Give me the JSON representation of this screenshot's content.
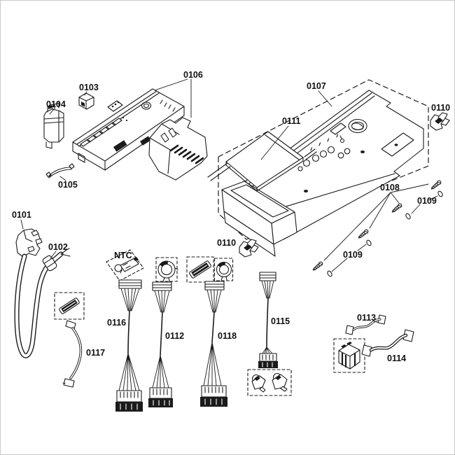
{
  "canvas": {
    "background": "#ffffff",
    "border_color": "#c9c9c9",
    "line_color": "#1b1b1b",
    "diagram_type": "exploded-parts-diagram"
  },
  "labels": [
    {
      "text": "0101"
    },
    {
      "text": "0102"
    },
    {
      "text": "0103"
    },
    {
      "text": "0104"
    },
    {
      "text": "0105"
    },
    {
      "text": "0106"
    },
    {
      "text": "0107"
    },
    {
      "text": "0108"
    },
    {
      "text": "0109"
    },
    {
      "text": "0109"
    },
    {
      "text": "0110"
    },
    {
      "text": "0110"
    },
    {
      "text": "0111"
    },
    {
      "text": "0112"
    },
    {
      "text": "0113"
    },
    {
      "text": "0114"
    },
    {
      "text": "0115"
    },
    {
      "text": "0116"
    },
    {
      "text": "0117"
    },
    {
      "text": "0118"
    },
    {
      "text": "NTC"
    }
  ]
}
